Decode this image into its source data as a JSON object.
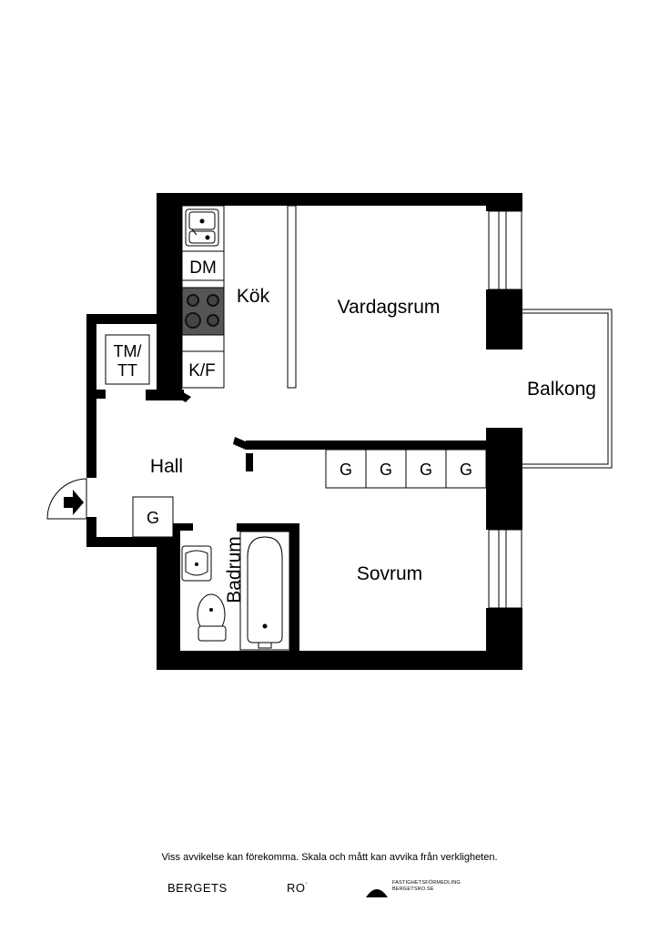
{
  "rooms": {
    "kitchen": "Kök",
    "living": "Vardagsrum",
    "balcony": "Balkong",
    "hall": "Hall",
    "bedroom": "Sovrum",
    "bathroom": "Badrum"
  },
  "fixtures": {
    "dishwasher": "DM",
    "fridge_freezer": "K/F",
    "washer_dryer_line1": "TM/",
    "washer_dryer_line2": "TT",
    "wardrobe": "G",
    "wardrobes": [
      "G",
      "G",
      "G",
      "G"
    ]
  },
  "footer": {
    "disclaimer": "Viss avvikelse kan förekomma. Skala och mått kan avvika från verkligheten.",
    "brand_left": "BERGETS",
    "brand_right": "RO",
    "brand_mark": "'",
    "logo_line1": "FASTIGHETSFÖRMEDLING",
    "logo_line2": "BERGETSRO.SE"
  }
}
